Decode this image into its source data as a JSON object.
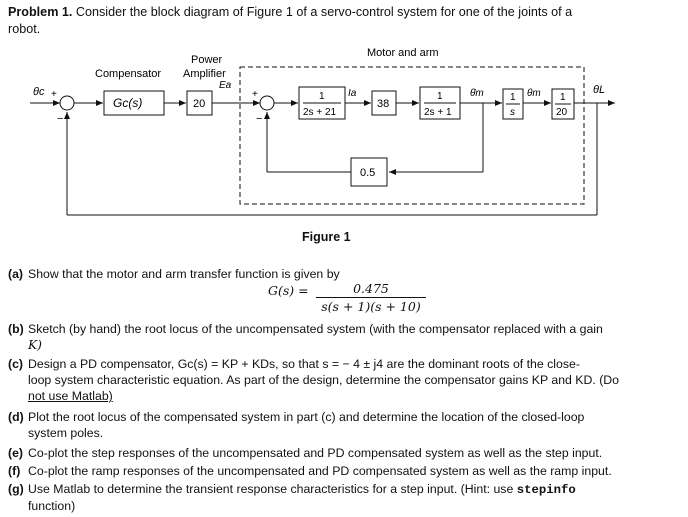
{
  "problem": {
    "label": "Problem 1.",
    "text_line1": "Consider the block diagram of Figure 1 of a servo-control system for one of the joints of a",
    "text_line2": "robot."
  },
  "diagram": {
    "input_label": "θc",
    "output_label": "θL",
    "compensator_label": "Compensator",
    "power_amp_label_1": "Power",
    "power_amp_label_2": "Amplifier",
    "motor_arm_label": "Motor and arm",
    "gc_block": "Gc(s)",
    "amp_gain": "20",
    "ea_label": "Ea",
    "motor_num": "1",
    "motor_den": "2s + 21",
    "ia_label": "Ia",
    "torque_gain": "38",
    "mech_num": "1",
    "mech_den": "2s + 1",
    "omega_label": "θ̇m",
    "integ_num": "1",
    "integ_den": "s",
    "thetam_label": "θm",
    "gear_num": "1",
    "gear_den": "20",
    "feedback_gain": "0.5",
    "sum1_plus": "+",
    "sum1_minus": "−",
    "sum2_plus": "+",
    "sum2_minus": "−"
  },
  "figure_caption": "Figure 1",
  "questions": {
    "a": {
      "label": "(a)",
      "text": "Show that the motor and arm transfer function is given by",
      "lhs": "G(s) =",
      "num": "0.475",
      "den": "s(s + 1)(s + 10)"
    },
    "b": {
      "label": "(b)",
      "line1": "Sketch (by hand) the root locus of the uncompensated system (with the compensator replaced with a gain",
      "line2": "K)"
    },
    "c": {
      "label": "(c)",
      "line1": "Design a PD compensator, Gc(s) = KP + KDs, so that s  =  − 4 ± j4 are the dominant roots of the close-",
      "line2": "loop system characteristic equation. As part of the design, determine the compensator gains KP and KD. (Do",
      "line3": "not use Matlab)"
    },
    "d": {
      "label": "(d)",
      "line1": "Plot the root locus of the compensated system in part (c) and determine the location of the closed-loop",
      "line2": "system poles."
    },
    "e": {
      "label": "(e)",
      "text": "Co-plot the step responses of the uncompensated and PD compensated system as well as the step input."
    },
    "f": {
      "label": "(f)",
      "text": "Co-plot the ramp responses of the uncompensated and PD compensated system as well as the ramp input."
    },
    "g": {
      "label": "(g)",
      "line1_pre": "Use Matlab to determine the transient response characteristics for a step input. (Hint: use ",
      "code": "stepinfo",
      "line2": "function)"
    }
  }
}
